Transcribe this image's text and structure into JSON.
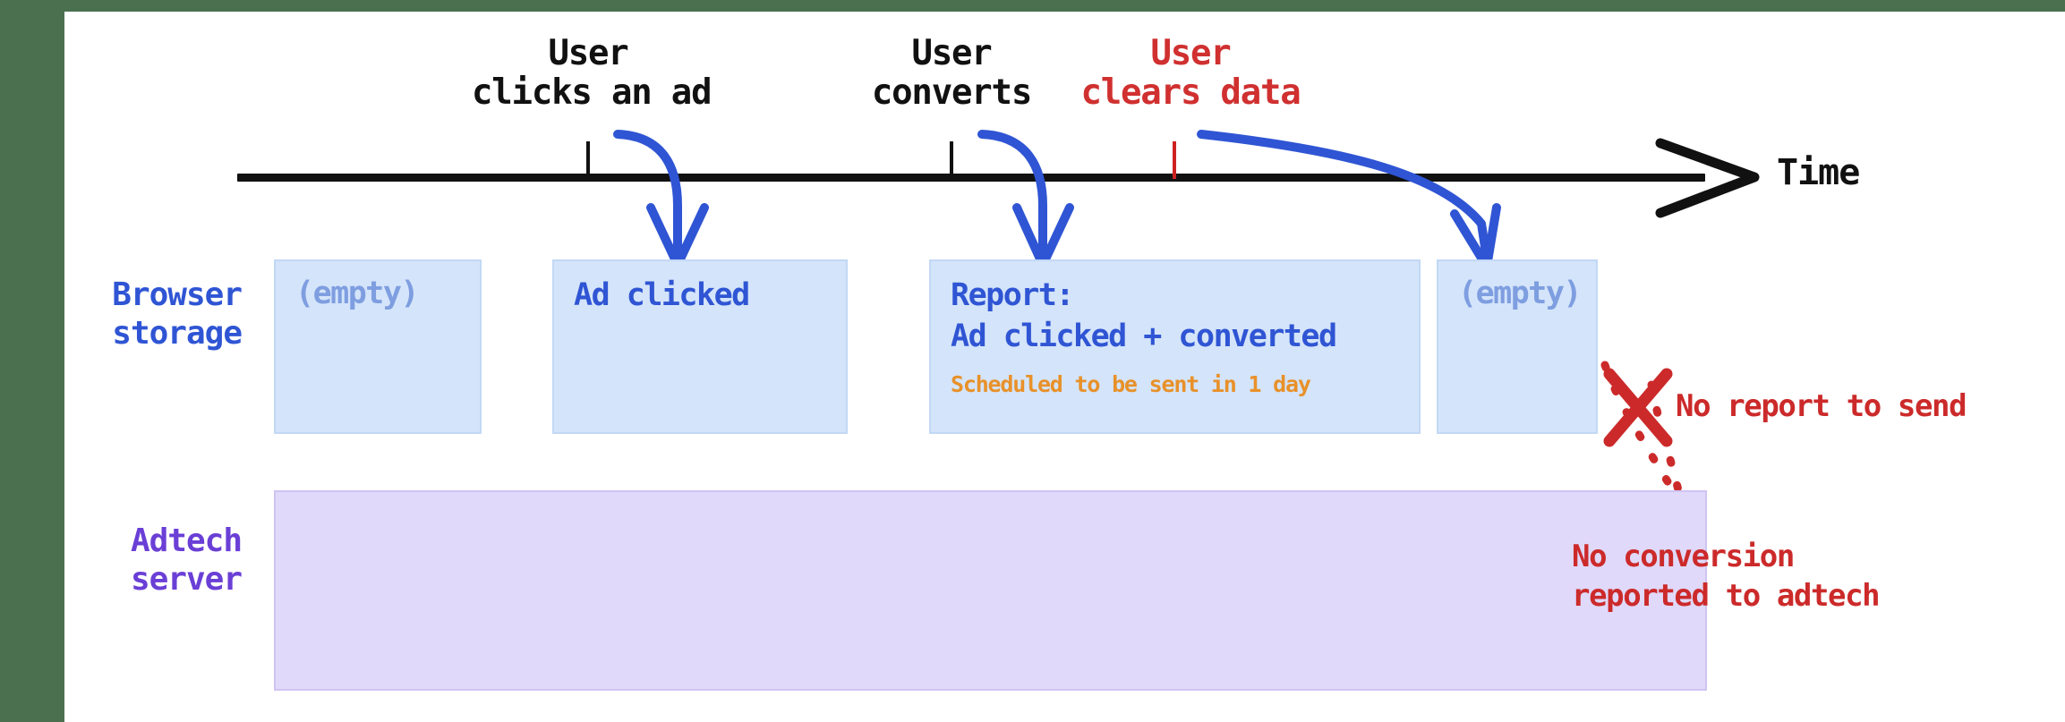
{
  "theme": {
    "slide_edge": "#4a7050",
    "axis": "#111111",
    "arrow_blue": "#2f55d4",
    "event_red": "#d03030",
    "annot_red": "#cc2a2a",
    "storage_fill": "#d4e4fa",
    "storage_border": "#c2d8f5",
    "storage_text": "#2f55d4",
    "storage_empty_text": "#7e9ee0",
    "schedule_orange": "#e8912a",
    "server_fill": "#e0d9fa",
    "server_border": "#cfc4f2",
    "server_text": "#6a3fd6"
  },
  "timeline": {
    "axis_label": "Time",
    "events": [
      {
        "id": "click",
        "line1": "User",
        "line2": "clicks an ad",
        "color": "black"
      },
      {
        "id": "convert",
        "line1": "User",
        "line2": "converts",
        "color": "black"
      },
      {
        "id": "clear",
        "line1": "User",
        "line2": "clears data",
        "color": "red"
      }
    ]
  },
  "rows": {
    "browser": {
      "line1": "Browser",
      "line2": "storage"
    },
    "adtech": {
      "line1": "Adtech",
      "line2": "server"
    }
  },
  "browser_states": [
    {
      "id": "state-0",
      "primary": "(empty)",
      "kind": "empty"
    },
    {
      "id": "state-1",
      "primary": "Ad clicked",
      "kind": "filled"
    },
    {
      "id": "state-2",
      "primary_line1": "Report:",
      "primary_line2": "Ad clicked + converted",
      "sub": "Scheduled to be sent in 1 day",
      "kind": "report"
    },
    {
      "id": "state-3",
      "primary": "(empty)",
      "kind": "empty"
    }
  ],
  "annotations": [
    {
      "id": "no-report",
      "line1": "No report to send"
    },
    {
      "id": "no-conversion",
      "line1": "No conversion",
      "line2": "reported to adtech"
    }
  ],
  "icons": {
    "x_mark": "red-x-icon",
    "time_arrow": "arrow-right-icon",
    "flow_arrow": "curved-arrow-down-icon",
    "dotted_arrow": "dotted-arrow-down-icon"
  }
}
